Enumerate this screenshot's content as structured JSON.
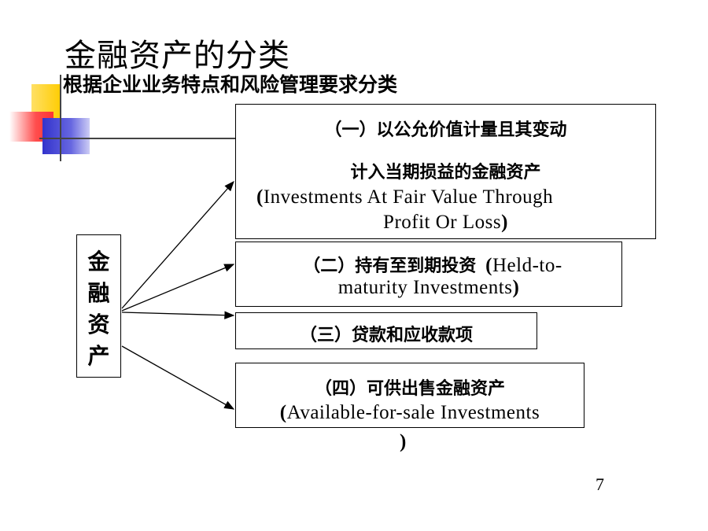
{
  "title": "金融资产的分类",
  "subtitle": "根据企业业务特点和风险管理要求分类",
  "root_label": [
    "金",
    "融",
    "资",
    "产"
  ],
  "categories": [
    {
      "label_cn": "（一）以公允价值计量且其变动",
      "label_cn2": "计入当期损益的金融资产",
      "label_en": "Investments At Fair Value Through",
      "label_en2": "Profit Or Loss"
    },
    {
      "label_cn": "（二）持有至到期投资",
      "label_en": "Held-to-",
      "label_en2": "maturity Investments"
    },
    {
      "label_cn": "（三）贷款和应收款项"
    },
    {
      "label_cn": "（四）可供出售金融资产",
      "label_en": "Available-for-sale Investments"
    }
  ],
  "page_number": "7",
  "colors": {
    "deco_yellow": "#ffcc00",
    "deco_red": "#ff3333",
    "deco_blue": "#3333cc"
  }
}
